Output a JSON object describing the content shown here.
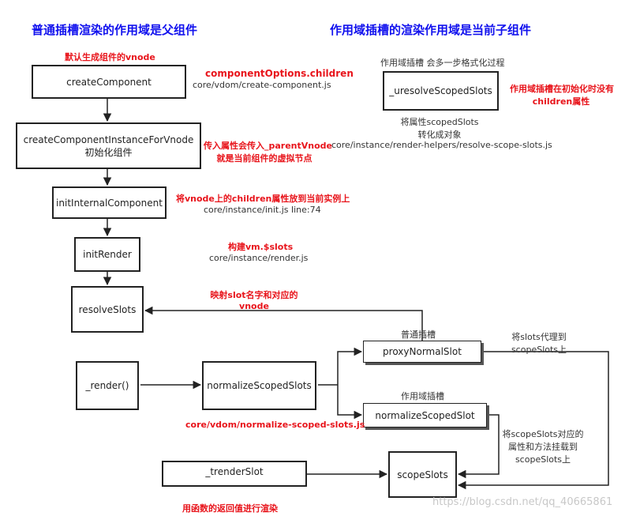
{
  "titles": {
    "left": "普通插槽渲染的作用域是父组件",
    "right": "作用域插槽的渲染作用域是当前子组件"
  },
  "boxes": {
    "create_component": "createComponent",
    "create_instance_line1": "createComponentInstanceForVnode",
    "create_instance_line2": "初始化组件",
    "init_internal": "initInternalComponent",
    "init_render": "initRender",
    "resolve_slots": "resolveSlots",
    "render_fn": "_render()",
    "normalize_scoped_slots": "normalizeScopedSlots",
    "proxy_normal_slot": "proxyNormalSlot",
    "normalize_scoped_slot": "normalizeScopedSlot",
    "trender_slot": "_trenderSlot",
    "scope_slots": "scopeSlots",
    "uresolve_scoped_slots": "_uresolveScopedSlots"
  },
  "notes": {
    "default_vnode": "默认生成组件的vnode",
    "component_options_children": "componentOptions.children",
    "create_component_path": "core/vdom/create-component.js",
    "parent_vnode_line1": "传入属性会传入_parentVnode",
    "parent_vnode_line2": "就是当前组件的虚拟节点",
    "children_to_instance": "将vnode上的children属性放到当前实例上",
    "init_js_path": "core/instance/init.js line:74",
    "build_slots": "构建vm.$slots",
    "render_js_path": "core/instance/render.js",
    "map_slot_line1": "映射slot名字和对应的",
    "map_slot_line2": "vnode",
    "normal_slot_label": "普通插槽",
    "scoped_slot_label": "作用域插槽",
    "proxy_to_scope_line1": "将slots代理到",
    "proxy_to_scope_line2": "scopeSlots上",
    "mount_scope_line1": "将scopeSlots对应的",
    "mount_scope_line2": "属性和方法挂载到",
    "mount_scope_line3": "scopeSlots上",
    "normalize_path": "core/vdom/normalize-scoped-slots.js",
    "render_return": "用函数的返回值进行渲染",
    "scoped_format_step": "作用域插槽 会多一步格式化过程",
    "no_children_line1": "作用域插槽在初始化时没有",
    "no_children_line2": "children属性",
    "convert_line1": "将属性scopedSlots",
    "convert_line2": "转化成对象",
    "resolve_scope_path": "core/instance/render-helpers/resolve-scope-slots.js"
  },
  "watermark": "https://blog.csdn.net/qq_40665861",
  "colors": {
    "heading": "#1111ee",
    "note_red": "#e8141b",
    "line": "#222222"
  }
}
